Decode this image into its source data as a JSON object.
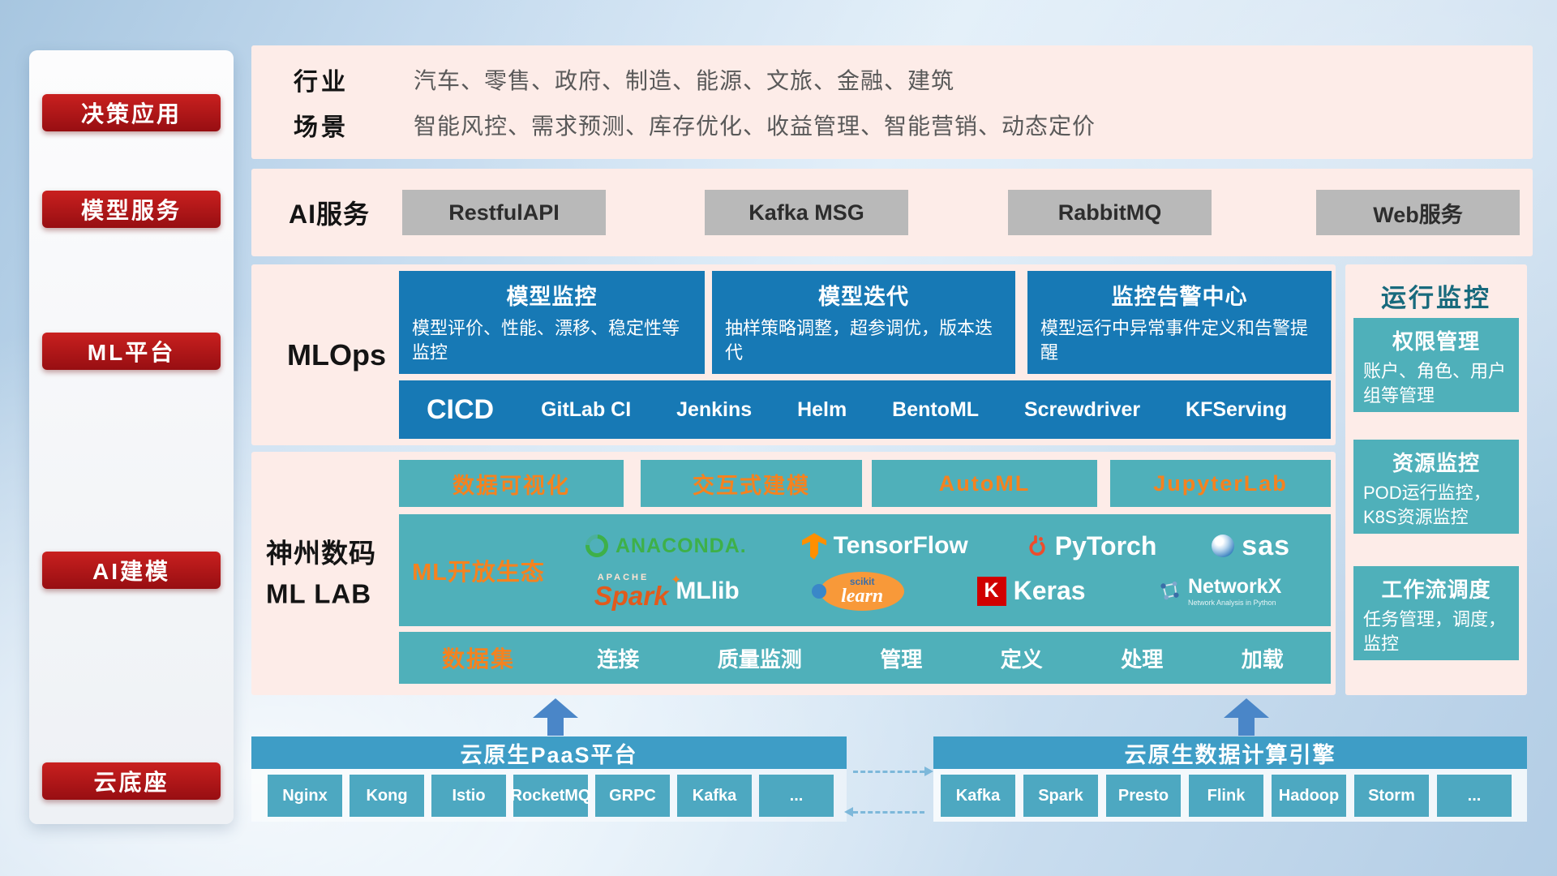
{
  "sidebar": {
    "items": [
      {
        "label": "决策应用"
      },
      {
        "label": "模型服务"
      },
      {
        "label": "ML平台"
      },
      {
        "label": "AI建模"
      },
      {
        "label": "云底座"
      }
    ]
  },
  "industry": {
    "row1_label": "行业",
    "row1_value": "汽车、零售、政府、制造、能源、文旅、金融、建筑",
    "row2_label": "场景",
    "row2_value": "智能风控、需求预测、库存优化、收益管理、智能营销、动态定价"
  },
  "ai_service": {
    "label": "AI服务",
    "buttons": [
      "RestfulAPI",
      "Kafka MSG",
      "RabbitMQ",
      "Web服务"
    ]
  },
  "mlops": {
    "label": "MLOps",
    "cards": [
      {
        "title": "模型监控",
        "desc": "模型评价、性能、漂移、稳定性等监控"
      },
      {
        "title": "模型迭代",
        "desc": "抽样策略调整，超参调优，版本迭代"
      },
      {
        "title": "监控告警中心",
        "desc": "模型运行中异常事件定义和告警提醒"
      }
    ],
    "cicd_label": "CICD",
    "cicd_items": [
      "GitLab CI",
      "Jenkins",
      "Helm",
      "BentoML",
      "Screwdriver",
      "KFServing"
    ]
  },
  "mllab": {
    "label_line1": "神州数码",
    "label_line2": "ML LAB",
    "top_buttons": [
      "数据可视化",
      "交互式建模",
      "AutoML",
      "JupyterLab"
    ],
    "eco_label": "ML开放生态",
    "logos": {
      "anaconda": "ANACONDA.",
      "tensorflow": "TensorFlow",
      "pytorch": "PyTorch",
      "sas": "sas",
      "spark_apache": "APACHE",
      "spark": "Spark",
      "mllib": "MLlib",
      "scikit_top": "scikit",
      "scikit_main": "learn",
      "keras_k": "K",
      "keras": "Keras",
      "networkx": "NetworkX",
      "networkx_sub": "Network Analysis in Python"
    },
    "dataset_label": "数据集",
    "dataset_items": [
      "连接",
      "质量监测",
      "管理",
      "定义",
      "处理",
      "加载"
    ]
  },
  "monitor": {
    "title": "运行监控",
    "cards": [
      {
        "title": "权限管理",
        "desc": "账户、角色、用户组等管理"
      },
      {
        "title": "资源监控",
        "desc": "POD运行监控，K8S资源监控"
      },
      {
        "title": "工作流调度",
        "desc": "任务管理，调度，监控"
      }
    ]
  },
  "cloud": {
    "paas_title": "云原生PaaS平台",
    "paas_items": [
      "Nginx",
      "Kong",
      "Istio",
      "RocketMQ",
      "GRPC",
      "Kafka",
      "..."
    ],
    "engine_title": "云原生数据计算引擎",
    "engine_items": [
      "Kafka",
      "Spark",
      "Presto",
      "Flink",
      "Hadoop",
      "Storm",
      "..."
    ]
  },
  "colors": {
    "accent_red": "#b01317",
    "panel_pink": "#fdece8",
    "box_blue": "#1779b5",
    "teal": "#4fb0ba",
    "orange": "#f5821f",
    "bar_blue": "#3e9dc6"
  }
}
